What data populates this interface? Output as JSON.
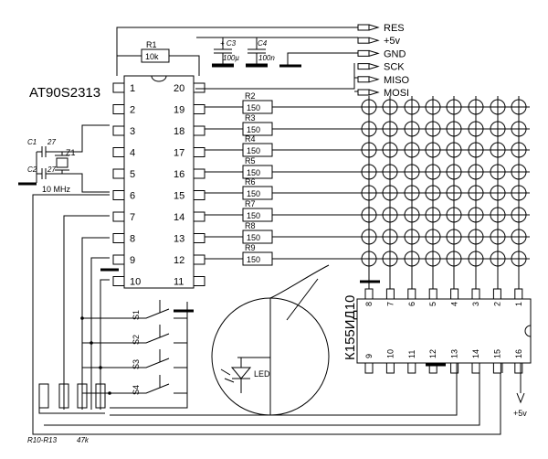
{
  "mcu": {
    "name": "AT90S2313",
    "left_pins": [
      "1",
      "2",
      "3",
      "4",
      "5",
      "6",
      "7",
      "8",
      "9",
      "10"
    ],
    "right_pins": [
      "20",
      "19",
      "18",
      "17",
      "16",
      "15",
      "14",
      "13",
      "12",
      "11"
    ]
  },
  "connector": [
    "RES",
    "+5v",
    "GND",
    "SCK",
    "MISO",
    "MOSI"
  ],
  "r1": {
    "name": "R1",
    "value": "10k"
  },
  "c3": {
    "name": "+ C3",
    "value": "100µ"
  },
  "c4": {
    "name": "C4",
    "value": "100n"
  },
  "crystal": {
    "name": "Z1",
    "freq": "10 MHz",
    "c1": "C1",
    "c2": "C2",
    "c_value": "27"
  },
  "row_resistors": [
    {
      "name": "R2",
      "value": "150"
    },
    {
      "name": "R3",
      "value": "150"
    },
    {
      "name": "R4",
      "value": "150"
    },
    {
      "name": "R5",
      "value": "150"
    },
    {
      "name": "R6",
      "value": "150"
    },
    {
      "name": "R7",
      "value": "150"
    },
    {
      "name": "R8",
      "value": "150"
    },
    {
      "name": "R9",
      "value": "150"
    }
  ],
  "decoder": {
    "name": "К155ИД10",
    "top_pins": [
      "8",
      "7",
      "6",
      "5",
      "4",
      "3",
      "2",
      "1"
    ],
    "bottom_pins": [
      "9",
      "10",
      "11",
      "12",
      "13",
      "14",
      "15",
      "16"
    ]
  },
  "switches": [
    "S1",
    "S2",
    "S3",
    "S4"
  ],
  "pulldown_label": "R10-R13",
  "pulldown_value": "47k",
  "led_label": "LED",
  "supply_label": "+5v",
  "matrix": {
    "rows": 8,
    "cols": 8
  }
}
